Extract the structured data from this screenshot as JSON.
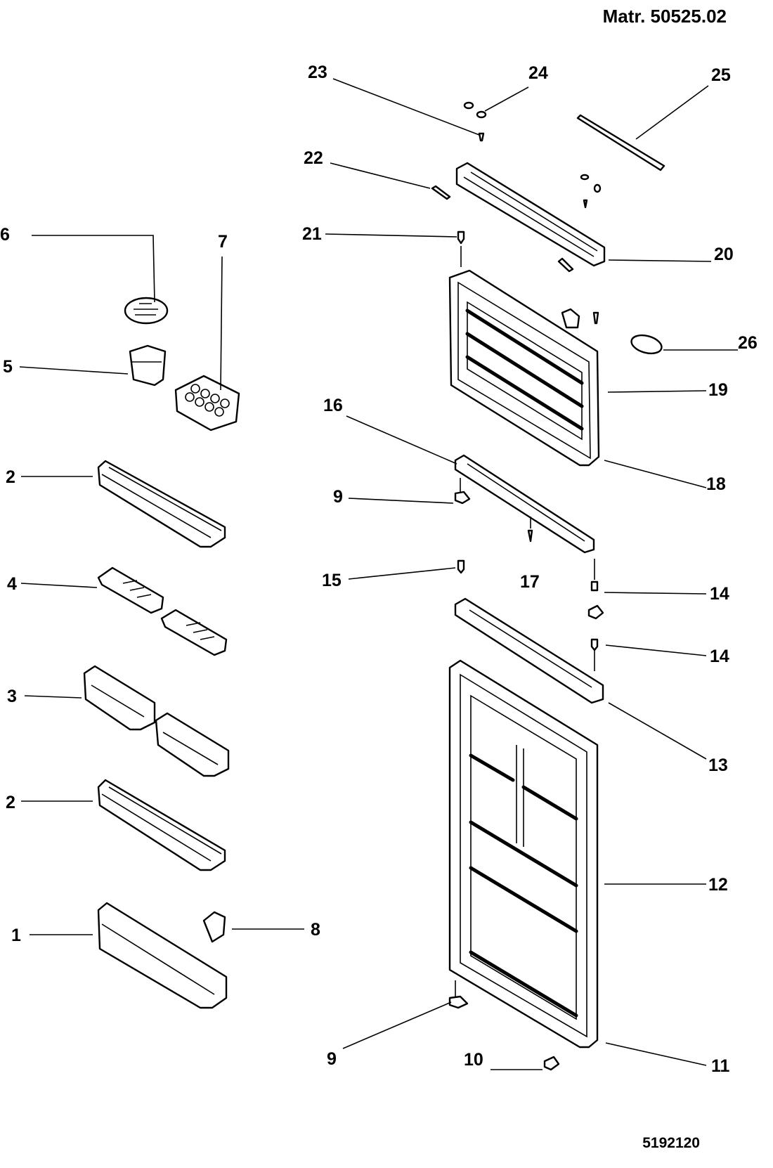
{
  "header": {
    "material_number": "Matr. 50525.02"
  },
  "footer": {
    "drawing_number": "5192120"
  },
  "callouts": [
    {
      "id": "c1",
      "label": "1"
    },
    {
      "id": "c2a",
      "label": "2"
    },
    {
      "id": "c2b",
      "label": "2"
    },
    {
      "id": "c3",
      "label": "3"
    },
    {
      "id": "c4",
      "label": "4"
    },
    {
      "id": "c5",
      "label": "5"
    },
    {
      "id": "c6",
      "label": "6"
    },
    {
      "id": "c7",
      "label": "7"
    },
    {
      "id": "c8",
      "label": "8"
    },
    {
      "id": "c9a",
      "label": "9"
    },
    {
      "id": "c9b",
      "label": "9"
    },
    {
      "id": "c10",
      "label": "10"
    },
    {
      "id": "c11",
      "label": "11"
    },
    {
      "id": "c12",
      "label": "12"
    },
    {
      "id": "c13",
      "label": "13"
    },
    {
      "id": "c14a",
      "label": "14"
    },
    {
      "id": "c14b",
      "label": "14"
    },
    {
      "id": "c15",
      "label": "15"
    },
    {
      "id": "c16",
      "label": "16"
    },
    {
      "id": "c17",
      "label": "17"
    },
    {
      "id": "c18",
      "label": "18"
    },
    {
      "id": "c19",
      "label": "19"
    },
    {
      "id": "c20",
      "label": "20"
    },
    {
      "id": "c21",
      "label": "21"
    },
    {
      "id": "c22",
      "label": "22"
    },
    {
      "id": "c23",
      "label": "23"
    },
    {
      "id": "c24",
      "label": "24"
    },
    {
      "id": "c25",
      "label": "25"
    },
    {
      "id": "c26",
      "label": "26"
    }
  ]
}
